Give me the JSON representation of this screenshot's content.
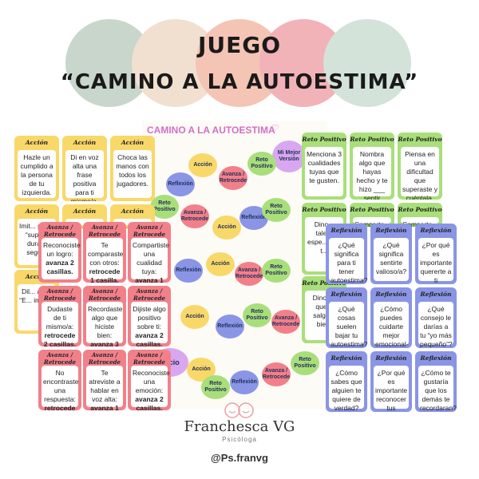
{
  "header": {
    "title_line1": "JUEGO",
    "title_line2": "“CAMINO A LA AUTOESTIMA”"
  },
  "colors": {
    "accion": "#f9d86a",
    "retroceso": "#f2808a",
    "reto": "#a9df7a",
    "reflexion": "#8a95e6",
    "circle_sage": "#c8d6cc",
    "circle_cream": "#f1e0d0",
    "circle_peach": "#f4c4b4",
    "circle_pink": "#f1b3b8",
    "circle_mint": "#d3e3d9"
  },
  "board": {
    "title": "CAMINO A LA AUTOESTIMA",
    "goal_label": "Mi Mejor Versión",
    "start_label": "Inicio",
    "spaces": [
      "Acción",
      "Avanza / Retrocede",
      "Reto Positivo",
      "Reflexión",
      "Reto Positivo",
      "Avanza / Retrocede",
      "Acción",
      "Reflexión",
      "Reto Positivo",
      "Reflexión",
      "Acción",
      "Avanza / Retrocede",
      "Reto Positivo",
      "Acción",
      "Reflexión",
      "Reto Positivo",
      "Avanza / Retrocede",
      "Acción",
      "Reto Positivo",
      "Reflexión",
      "Avanza / Retrocede",
      "Reto Positivo"
    ]
  },
  "cards": {
    "accion_header": "Acción",
    "accion": [
      "Hazle un cumplido a la persona de tu izquierda.",
      "Di en voz alta una frase positiva para ti mismo/a.",
      "Choca las manos con todos los jugadores."
    ],
    "accion_partial": [
      "Imit... pos... “supe... dura... segu...",
      "Dil... alg... “E... impo..."
    ],
    "retroceso_header": "Avanza / Retrocede",
    "retroceso": [
      {
        "text": "Reconociste un logro:",
        "bold": "avanza 2 casillas."
      },
      {
        "text": "Te comparaste con otros:",
        "bold": "retrocede 1 casilla."
      },
      {
        "text": "Compartiste una cualidad tuya:",
        "bold": "avanza 1 casilla."
      },
      {
        "text": "Dudaste de ti mismo/a:",
        "bold": "retrocede 2 casillas."
      },
      {
        "text": "Recordaste algo que hiciste bien:",
        "bold": "avanza 3 casillas."
      },
      {
        "text": "Dijiste algo positivo sobre ti:",
        "bold": "avanza 2 casillas."
      },
      {
        "text": "No encontraste una respuesta:",
        "bold": "retrocede 1 casilla."
      },
      {
        "text": "Te atreviste a hablar en voz alta:",
        "bold": "avanza 1 casilla."
      },
      {
        "text": "Reconociste una emoción:",
        "bold": "avanza 2 casillas."
      }
    ],
    "reto_header": "Reto Positivo",
    "reto": [
      "Menciona 3 cualidades tuyas que te gusten.",
      "Nombra algo que hayas hecho y te hizo ___ sentir orgulloso/a.",
      "Piensa en una dificultad que superaste y cuéntala."
    ],
    "reto_partial": [
      "Dino... tale... espe... que t...",
      "Dinos... que... salga... bie...",
      "Comparte..."
    ],
    "reflexion_header": "Reflexión",
    "reflexion": [
      "¿Qué significa para ti tener autoestima?",
      "¿Qué significa sentirte valioso/a?",
      "¿Por qué es importante quererte a ti mismo/a?",
      "¿Qué cosas suelen bajar tu autoestima?",
      "¿Cómo puedes cuidarte mejor emocional-mente?",
      "¿Qué consejo le darías a tu “yo más pequeño”?",
      "¿Cómo sabes que alguien te quiere de verdad?",
      "¿Por qué es importante reconocer tus logros?",
      "¿Cómo te gustaría que los demás te recordaran?"
    ]
  },
  "brand": {
    "name": "Franchesca VG",
    "subtitle": "Psicóloga",
    "handle": "@Ps.franvg"
  }
}
